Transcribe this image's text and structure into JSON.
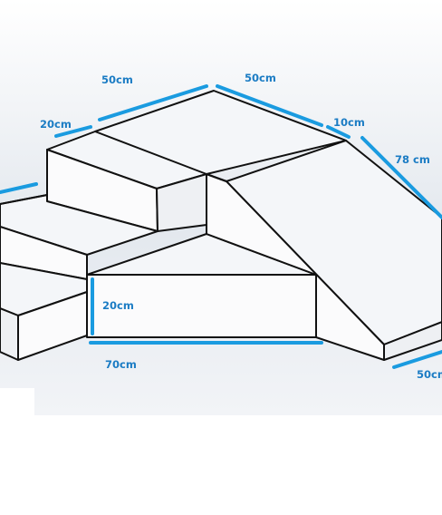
{
  "dimensions": {
    "top_left_width": "50cm",
    "top_right_width": "50cm",
    "step_depth": "20cm",
    "ramp_top": "10cm",
    "ramp_length": "78 cm",
    "block_height": "20cm",
    "block_width": "70cm",
    "ramp_base": "50cm"
  },
  "colors": {
    "dimension_line": "#1a9be0",
    "dimension_text": "#1b7cc4",
    "outline": "#111111"
  }
}
